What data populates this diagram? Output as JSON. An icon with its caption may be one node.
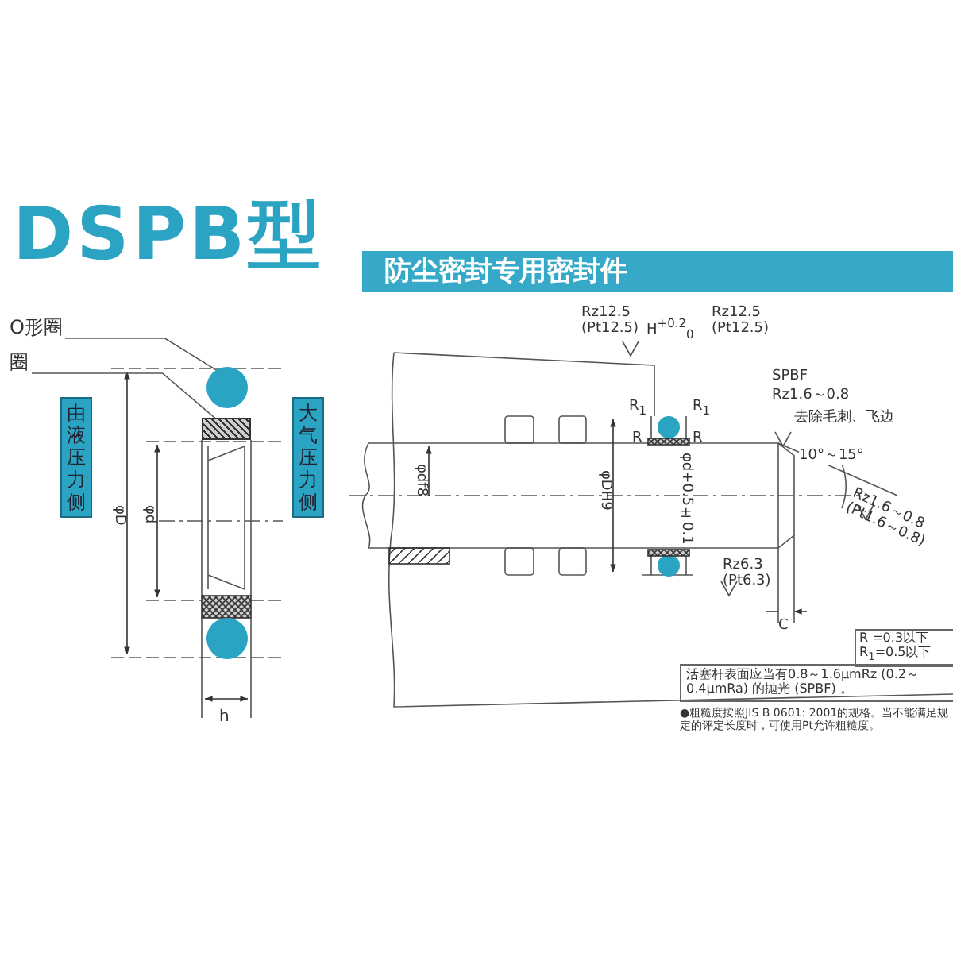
{
  "diagram": {
    "title": "DSPB型",
    "nodes": [
      {
        "text": [
          "防尘密封专用密封件"
        ]
      },
      {
        "text": [
          "O形圈"
        ]
      },
      {
        "text": [
          "圈"
        ]
      },
      {
        "text": [],
        "shape": "circle"
      },
      {
        "text": [],
        "shape": "bar"
      },
      {
        "text": [
          "由液压力侧"
        ]
      },
      {
        "text": [
          "大气压力侧"
        ]
      },
      {
        "text": [
          "R =0.3以下",
          "R$_{1}$=0.5以下"
        ]
      },
      {
        "text": [
          "活塞杆表面应当有0.8～1.6μmRz (0.2～0.4μmRa) 的抛光 (SPBF) 。"
        ]
      }
    ],
    "edges": [
      {
        "from": 1,
        "to": 3,
        "arrow": "none"
      },
      {
        "from": 2,
        "to": 4,
        "arrow": "none"
      }
    ],
    "labels": [
      "Rz12.5 (Pt12.5)",
      "H$^{+0.2}$$_{0}$",
      "Rz12.5 (Pt12.5)",
      "SPBF",
      "Rz1.6～0.8",
      "R$_{1}$",
      "R$_{1}$",
      "去除毛刺、飞边",
      "R",
      "R",
      "10°～15°",
      "φD",
      "φd",
      "φdf8",
      "φDH9",
      "φd+0.5±0.1",
      "Rz1.6～0.8 (Pt1.6～0.8)",
      "Rz6.3 (Pt6.3)",
      "C",
      "h",
      "●粗糙度按照JIS B 0601: 2001的规格。当不能满足规定的评定长度时，可使用Pt允许粗糙度。"
    ]
  }
}
